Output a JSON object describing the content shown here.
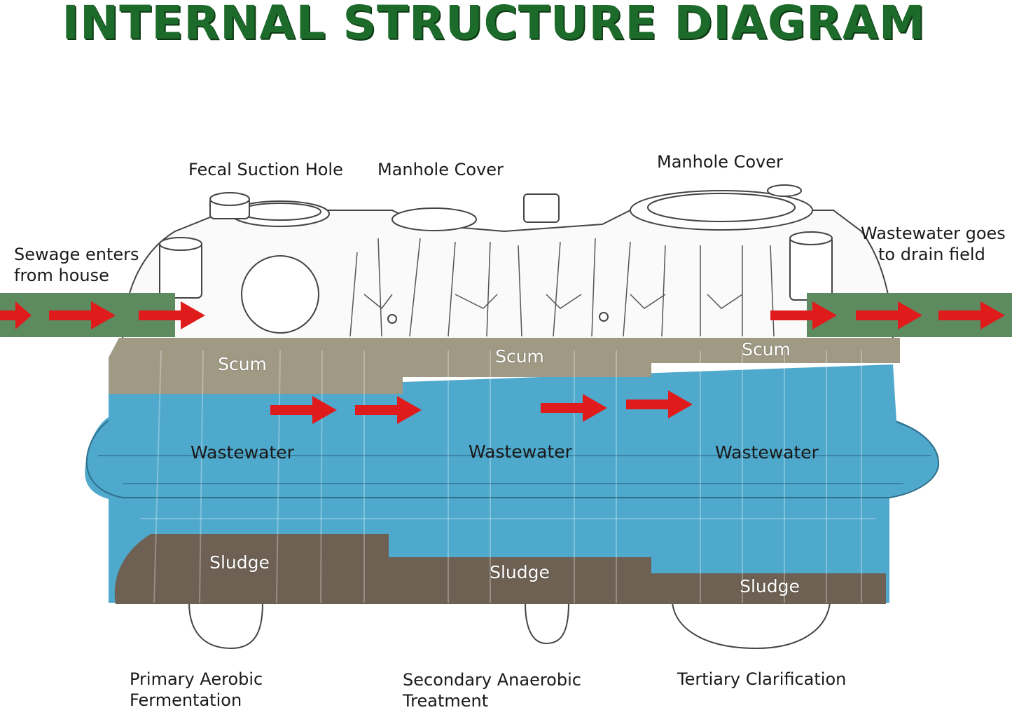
{
  "title": "INTERNAL STRUCTURE DIAGRAM",
  "colors": {
    "title": "#1d6b2a",
    "pipe": "#5e8a5f",
    "arrow": "#e01b1b",
    "scum": "#a09a85",
    "wastewater": "#4fa9cc",
    "sludge": "#6e6154",
    "outline": "#444444"
  },
  "callouts": {
    "fecal_suction_hole": "Fecal Suction Hole",
    "manhole_cover_1": "Manhole Cover",
    "manhole_cover_2": "Manhole Cover",
    "inlet_line1": "Sewage enters",
    "inlet_line2": "from house",
    "outlet_line1": "Wastewater goes",
    "outlet_line2": "to drain field"
  },
  "layers": {
    "scum": [
      "Scum",
      "Scum",
      "Scum"
    ],
    "wastewater": [
      "Wastewater",
      "Wastewater",
      "Wastewater"
    ],
    "sludge": [
      "Sludge",
      "Sludge",
      "Sludge"
    ]
  },
  "stages": {
    "primary_line1": "Primary Aerobic",
    "primary_line2": "Fermentation",
    "secondary_line1": "Secondary Anaerobic",
    "secondary_line2": "Treatment",
    "tertiary": "Tertiary Clarification"
  }
}
